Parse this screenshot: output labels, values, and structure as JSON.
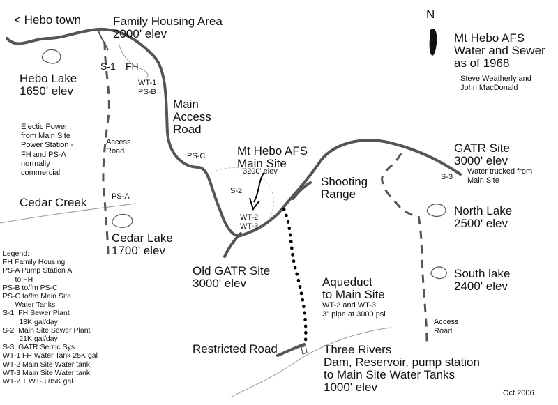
{
  "title": {
    "text": "Mt Hebo AFS\nWater and Sewer\nas of 1968",
    "authors": "Steve Weatherly and\nJohn MacDonald"
  },
  "north_label": "N",
  "date": "Oct 2006",
  "colors": {
    "road": "#555555",
    "aqueduct": "#000000",
    "creek": "#999999",
    "ink": "#111111"
  },
  "places": {
    "hebo_town": "< Hebo town",
    "family_housing": "Family Housing Area\n2000' elev",
    "hebo_lake": "Hebo Lake\n1650' elev",
    "main_access_road": "Main\nAccess\nRoad",
    "main_site": "Mt Hebo AFS\nMain Site",
    "main_site_elev": "3200' elev",
    "gatr_site": "GATR Site\n3000' elev",
    "water_trucked": "Water trucked from\nMain Site",
    "shooting_range": "Shooting\nRange",
    "north_lake": "North Lake\n2500' elev",
    "south_lake": "South lake\n2400' elev",
    "cedar_creek": "Cedar Creek",
    "cedar_lake": "Cedar Lake\n1700' elev",
    "old_gatr": "Old GATR Site\n3000' elev",
    "aqueduct": "Aqueduct\nto Main Site",
    "aqueduct_detail": "WT-2 and WT-3\n3\" pipe at 3000 psi",
    "restricted_road": "Restricted Road",
    "three_rivers": "Three Rivers\nDam, Reservoir, pump station\nto Main Site Water Tanks\n1000' elev",
    "electric_power": "Electic Power\nfrom Main Site\nPower Station -\nFH and PS-A\nnormally\ncommercial",
    "access_road_left": "Access\nRoad",
    "access_road_right": "Access\nRoad"
  },
  "codes": {
    "s1": "S-1",
    "fh": "FH",
    "wt1_psb": "WT-1\nPS-B",
    "psc": "PS-C",
    "s2": "S-2",
    "wt23": "WT-2\nWT-3",
    "s3": "S-3",
    "psa": "PS-A"
  },
  "legend": [
    "Legend:",
    "FH Family Housing",
    "PS-A Pump Station A",
    "      to FH",
    "PS-B to/fm PS-C",
    "PS-C to/fm Main Site",
    "      Water Tanks",
    "S-1  FH Sewer Plant",
    "        18K gal/day",
    "S-2  Main Site Sewer Plant",
    "        21K gal/day",
    "S-3  GATR Septic Sys",
    "WT-1 FH Water Tank 25K gal",
    "WT-2 Main Site Water tank",
    "WT-3 Main Site Water tank",
    "WT-2 + WT-3 85K gal"
  ]
}
